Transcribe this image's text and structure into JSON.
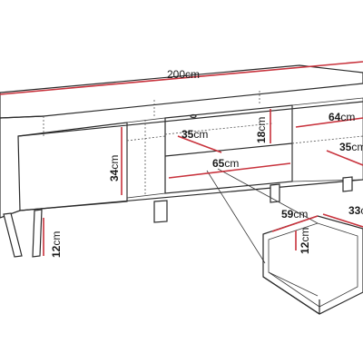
{
  "colors": {
    "dimension_line": "#c8323c",
    "outline": "#2a2a2a",
    "text": "#1a1a1a",
    "background": "#ffffff"
  },
  "dimensions": {
    "total_width": "200",
    "total_width_unit": "cm",
    "shelf_height": "18",
    "shelf_height_unit": "cm",
    "right_compartment_width": "64",
    "right_compartment_width_unit": "cm",
    "left_inner_depth": "35",
    "left_inner_depth_unit": "cm",
    "right_depth": "35",
    "right_depth_unit": "cm",
    "body_height": "34",
    "body_height_unit": "cm",
    "drawer_front_width": "65",
    "drawer_front_width_unit": "cm",
    "leg_height": "12",
    "leg_height_unit": "cm",
    "drawer_width": "59",
    "drawer_width_unit": "cm",
    "drawer_depth": "33",
    "drawer_depth_unit": "cm",
    "drawer_height": "12",
    "drawer_height_unit": "cm"
  }
}
